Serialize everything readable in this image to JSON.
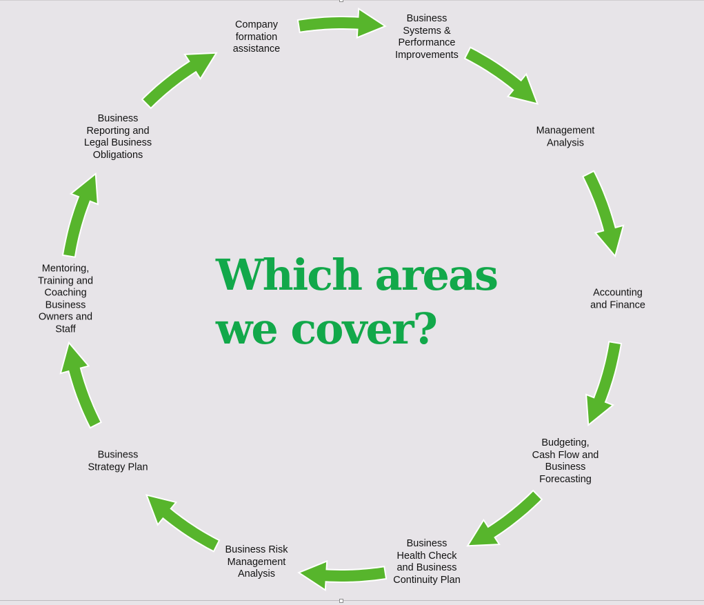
{
  "title": "Which areas\nwe cover?",
  "colors": {
    "arrow_fill": "#57b52c",
    "arrow_stroke": "#ffffff",
    "title": "#12a84a",
    "background": "#e7e4e8"
  },
  "nodes": [
    "Company\nformation\nassistance",
    "Business\nSystems &\nPerformance\nImprovements",
    "Management\nAnalysis",
    "Accounting\nand Finance",
    "Budgeting,\nCash Flow and\nBusiness\nForecasting",
    "Business\nHealth Check\nand Business\nContinuity Plan",
    "Business Risk\nManagement\nAnalysis",
    "Business\nStrategy Plan",
    "Mentoring,\nTraining and\nCoaching\nBusiness\nOwners and\nStaff",
    "Business\nReporting and\nLegal Business\nObligations"
  ],
  "arrow_direction": "clockwise"
}
